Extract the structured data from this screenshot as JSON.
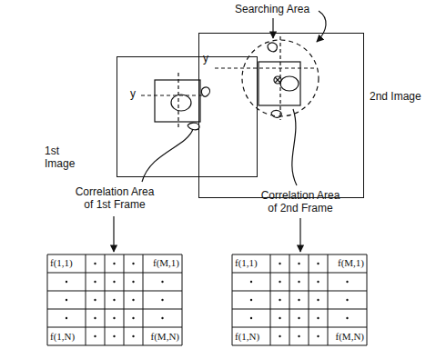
{
  "diagram": {
    "nodes": [
      {
        "text": [
          "1st Image"
        ]
      },
      {
        "text": [
          "2nd Image"
        ]
      },
      {
        "text": [
          "f(1,1)",
          "f(M,1)",
          "f(1,N)",
          "f(M,N)"
        ]
      },
      {
        "text": [
          "f(1,1)",
          "f(M,1)",
          "f(1,N)",
          "f(M,N)"
        ]
      }
    ],
    "labels": [
      "Searching Area",
      "y",
      "y",
      "Correlation Area of 1st Frame",
      "Correlation Area of 2nd Frame"
    ]
  }
}
